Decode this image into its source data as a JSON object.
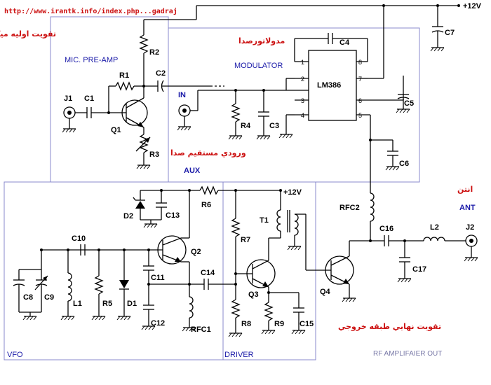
{
  "header": {
    "url": "http://www.irantk.info/index.php...gadraj",
    "supply_top": "+12V"
  },
  "sections": {
    "preamp_title_fa": "تقويت اوليه ميكروفون",
    "preamp_title_en": "MIC. PRE-AMP",
    "modulator_title_fa": "مدولاتورصدا",
    "modulator_title_en": "MODULATOR",
    "aux_input_fa": "ورودي مستقيم صدا",
    "aux_input_en": "AUX",
    "in_label": "IN",
    "antenna_fa": "انتن",
    "antenna_en": "ANT",
    "output_fa": "تقويت نهايي طبقه خروجي",
    "vfo": "VFO",
    "driver": "DRIVER",
    "rf_amp_out": "RF AMPLIFAIER OUT",
    "supply_driver": "+12V"
  },
  "ic": {
    "name": "LM386",
    "pins": [
      "1",
      "2",
      "3",
      "4",
      "5",
      "6",
      "7",
      "8"
    ]
  },
  "components": {
    "J1": "J1",
    "C1": "C1",
    "R1": "R1",
    "Q1": "Q1",
    "R2": "R2",
    "C2": "C2",
    "R3": "R3",
    "R4": "R4",
    "C3": "C3",
    "C4": "C4",
    "C5": "C5",
    "C6": "C6",
    "C7": "C7",
    "D2": "D2",
    "C13": "C13",
    "R6": "R6",
    "C10": "C10",
    "C8": "C8",
    "C9": "C9",
    "L1": "L1",
    "R5": "R5",
    "D1": "D1",
    "Q2": "Q2",
    "C11": "C11",
    "C12": "C12",
    "C14": "C14",
    "RFC1": "RFC1",
    "R7": "R7",
    "T1": "T1",
    "Q3": "Q3",
    "R8": "R8",
    "R9": "R9",
    "C15": "C15",
    "Q4": "Q4",
    "RFC2": "RFC2",
    "C16": "C16",
    "L2": "L2",
    "J2": "J2",
    "C17": "C17"
  }
}
